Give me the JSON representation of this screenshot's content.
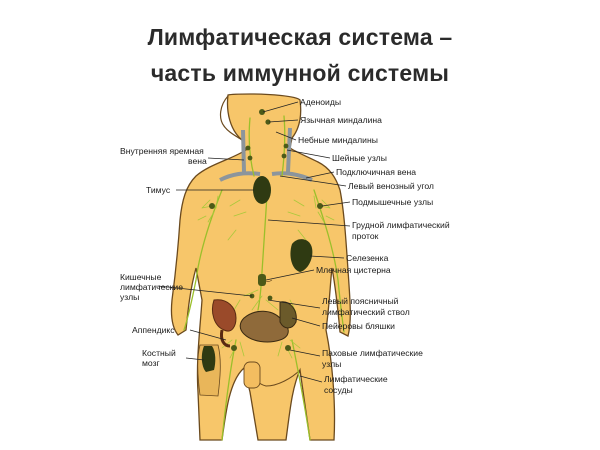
{
  "title": {
    "line1": "Лимфатическая система –",
    "line2": "часть иммунной системы"
  },
  "labels": {
    "adenoids": "Аденоиды",
    "lingual_tonsil": "Язычная миндалина",
    "palatine_tonsils": "Небные миндалины",
    "cervical_nodes": "Шейные узлы",
    "subclavian_vein": "Подключичная вена",
    "left_venous_angle": "Левый венозный угол",
    "axillary_nodes": "Подмышечные узлы",
    "thoracic_duct_1": "Грудной лимфатический",
    "thoracic_duct_2": "проток",
    "spleen": "Селезенка",
    "cisterna_chyli": "Млечная цистерна",
    "lumbar_trunk_1": "Левый поясничный",
    "lumbar_trunk_2": "лимфатический ствол",
    "peyers_patches": "Пейеровы бляшки",
    "inguinal_nodes_1": "Паховые лимфатические",
    "inguinal_nodes_2": "узлы",
    "lymph_vessels_1": "Лимфатические",
    "lymph_vessels_2": "сосуды",
    "jugular_vein_1": "Внутренняя яремная",
    "jugular_vein_2": "вена",
    "thymus": "Тимус",
    "intestinal_nodes_1": "Кишечные",
    "intestinal_nodes_2": "лимфатические",
    "intestinal_nodes_3": "узлы",
    "appendix": "Аппендикс",
    "bone_marrow_1": "Костный",
    "bone_marrow_2": "мозг"
  },
  "colors": {
    "skin": "#f7c66a",
    "skin_outline": "#6b4a1e",
    "lymph_green": "#9bbf2a",
    "node_dark": "#4c5a18",
    "vein_gray": "#8c959c",
    "organ_dark": "#2f3a12"
  }
}
